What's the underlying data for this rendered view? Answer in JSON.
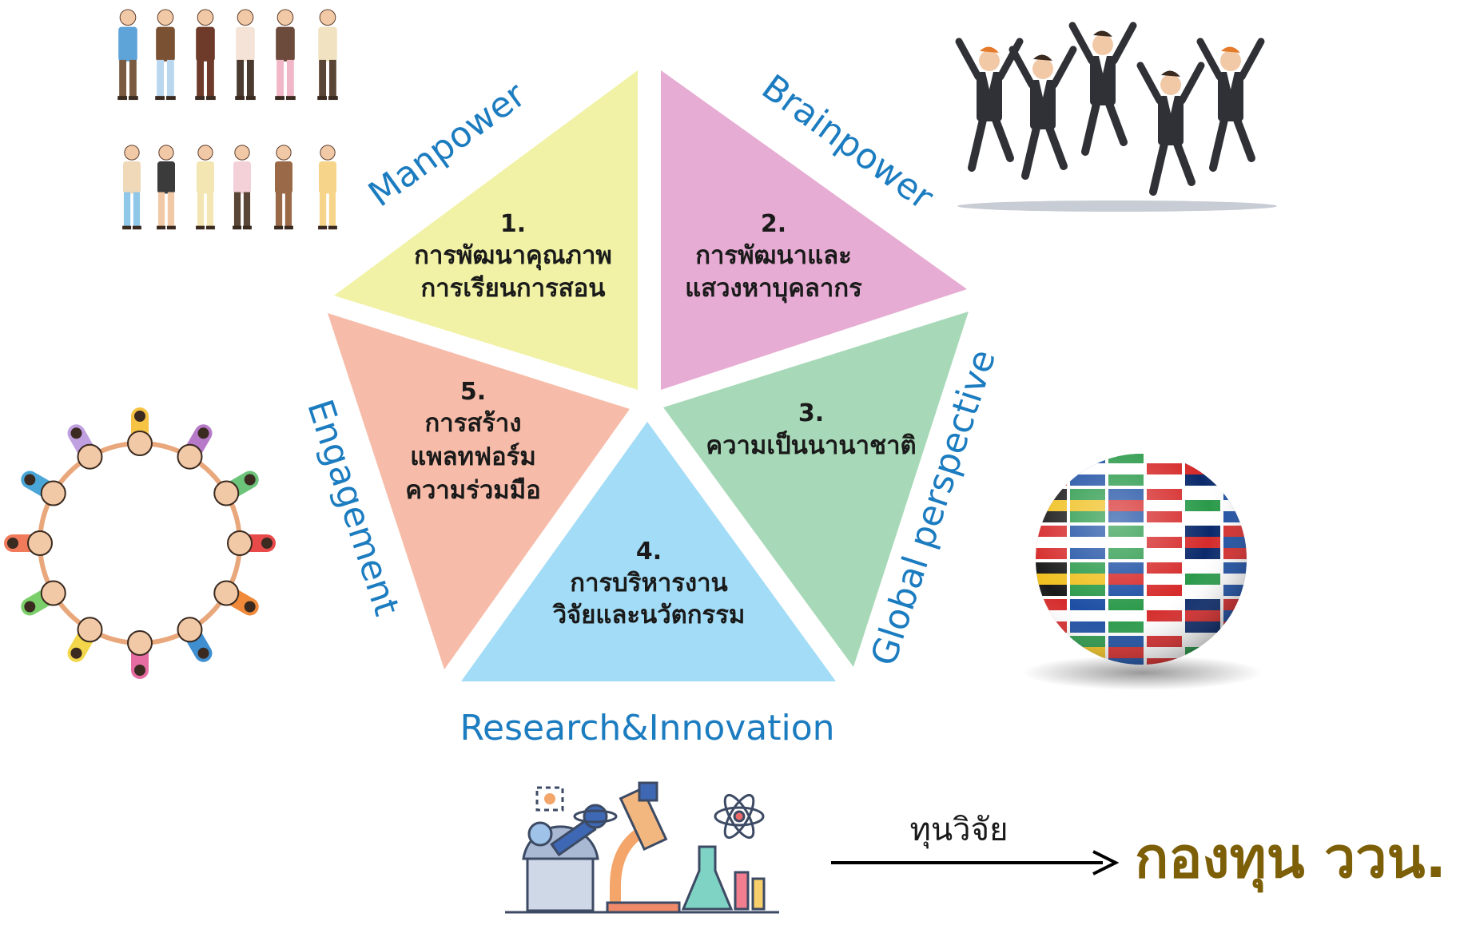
{
  "segments": [
    {
      "number": "1.",
      "lines": [
        "การพัฒนาคุณภาพ",
        "การเรียนการสอน"
      ],
      "theme": "Manpower",
      "color": "#f1f2a6"
    },
    {
      "number": "2.",
      "lines": [
        "การพัฒนาและ",
        "แสวงหาบุคลากร"
      ],
      "theme": "Brainpower",
      "color": "#e6acd3"
    },
    {
      "number": "3.",
      "lines": [
        "ความเป็นนานาชาติ"
      ],
      "theme": "Global perspective",
      "color": "#a7d9b8"
    },
    {
      "number": "4.",
      "lines": [
        "การบริหารงาน",
        "วิจัยและนวัตกรรม"
      ],
      "theme": "Research&Innovation",
      "color": "#a3dcf6"
    },
    {
      "number": "5.",
      "lines": [
        "การสร้าง",
        "แพลทฟอร์ม",
        "ความร่วมมือ"
      ],
      "theme": "Engagement",
      "color": "#f6bca9"
    }
  ],
  "colors": {
    "theme_text": "#1c7cc0",
    "fund_target": "#7d5f08"
  },
  "funding": {
    "label": "ทุนวิจัย",
    "target": "กองทุน ววน."
  },
  "illustrations": [
    "people-group-icon",
    "jumping-businesspeople-icon",
    "children-circle-icon",
    "flag-globe-icon",
    "science-lab-icon"
  ]
}
